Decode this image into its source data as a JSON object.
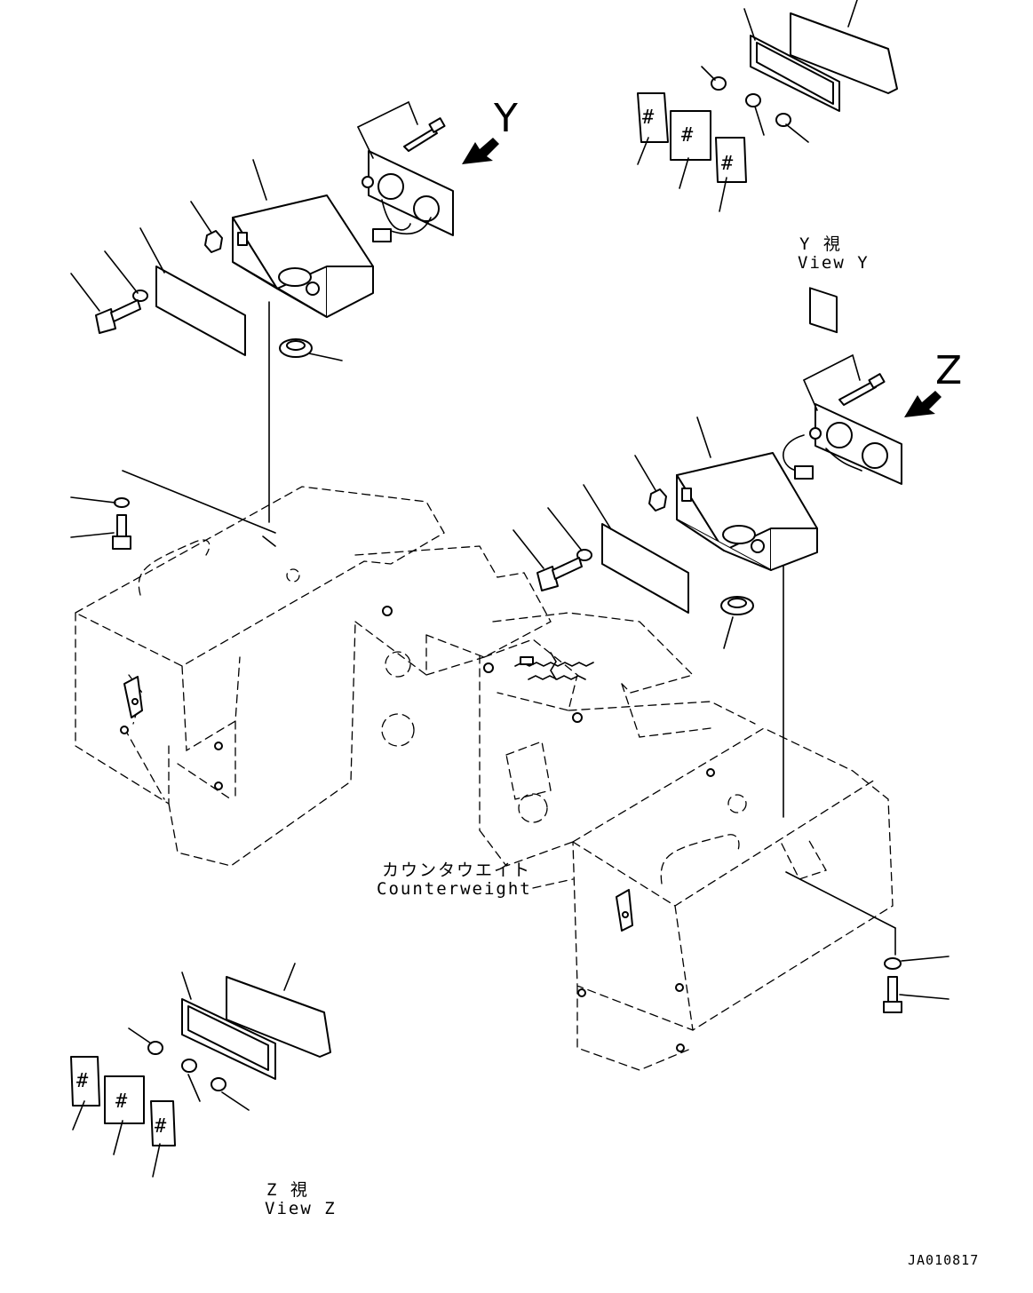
{
  "diagram": {
    "arrow_y_letter": "Y",
    "arrow_z_letter": "Z",
    "view_y_label_jp": "Y 視",
    "view_y_label_en": "View Y",
    "view_z_label_jp": "Z 視",
    "view_z_label_en": "View Z",
    "counterweight_label_jp": "カウンタウエイト",
    "counterweight_label_en": "Counterweight",
    "drawing_code": "JA010817",
    "lens_mark": "#"
  }
}
